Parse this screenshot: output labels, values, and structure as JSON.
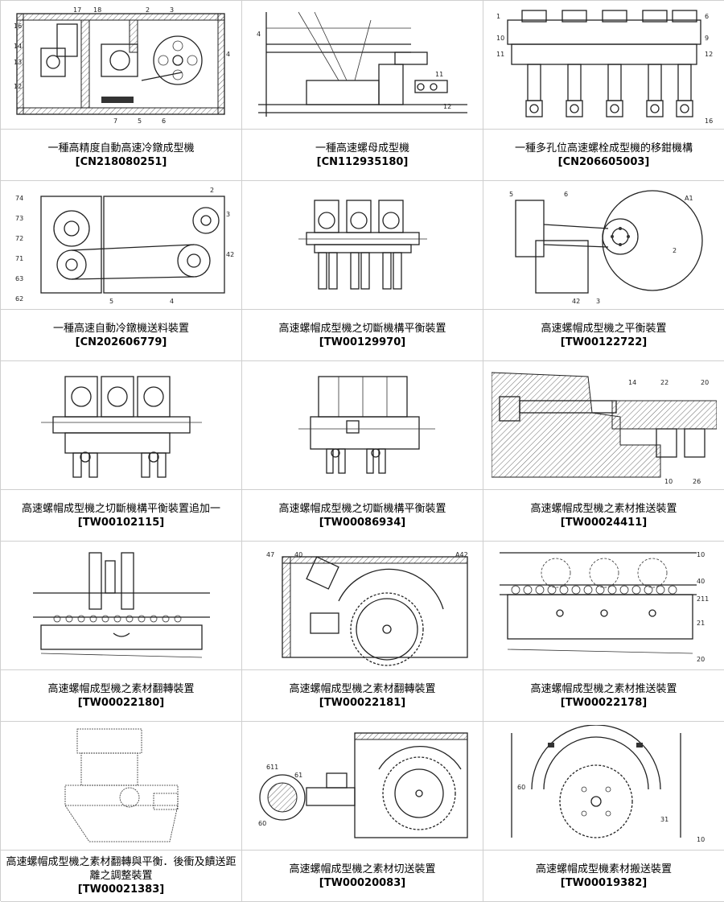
{
  "patents": [
    {
      "title": "一種高精度自動高速冷鐓成型機",
      "number": "[CN218080251]",
      "figure": "cold-heading-machine-drawing"
    },
    {
      "title": "一種高速螺母成型機",
      "number": "[CN112935180]",
      "figure": "nut-forming-machine-drawing"
    },
    {
      "title": "一種多孔位高速螺栓成型機的移鉗機構",
      "number": "[CN206605003]",
      "figure": "clamp-transfer-drawing"
    },
    {
      "title": "一種高速自動冷鐓機送料裝置",
      "number": "[CN202606779]",
      "figure": "feeding-device-drawing"
    },
    {
      "title": "高速螺帽成型機之切斷機構平衡裝置",
      "number": "[TW00129970]",
      "figure": "cutting-balance-drawing"
    },
    {
      "title": "高速螺帽成型機之平衡裝置",
      "number": "[TW00122722]",
      "figure": "balance-device-drawing"
    },
    {
      "title": "高速螺帽成型機之切斷機構平衡裝置追加一",
      "number": "[TW00102115]",
      "figure": "cutting-balance-addition-drawing"
    },
    {
      "title": "高速螺帽成型機之切斷機構平衡裝置",
      "number": "[TW00086934]",
      "figure": "cutting-balance-drawing-2"
    },
    {
      "title": "高速螺帽成型機之素材推送裝置",
      "number": "[TW00024411]",
      "figure": "material-push-section-drawing"
    },
    {
      "title": "高速螺帽成型機之素材翻轉裝置",
      "number": "[TW00022180]",
      "figure": "material-flip-drawing"
    },
    {
      "title": "高速螺帽成型機之素材翻轉裝置",
      "number": "[TW00022181]",
      "figure": "material-flip-gear-drawing"
    },
    {
      "title": "高速螺帽成型機之素材推送裝置",
      "number": "[TW00022178]",
      "figure": "material-push-rail-drawing"
    },
    {
      "title": "高速螺帽成型機之素材翻轉與平衡．後衝及饋送距離之調整裝置",
      "number": "[TW00021383]",
      "figure": "flip-balance-adjust-drawing"
    },
    {
      "title": "高速螺帽成型機之素材切送裝置",
      "number": "[TW00020083]",
      "figure": "material-cut-feed-drawing"
    },
    {
      "title": "高速螺帽成型機素材搬送裝置",
      "number": "[TW00019382]",
      "figure": "material-transport-drawing"
    }
  ]
}
